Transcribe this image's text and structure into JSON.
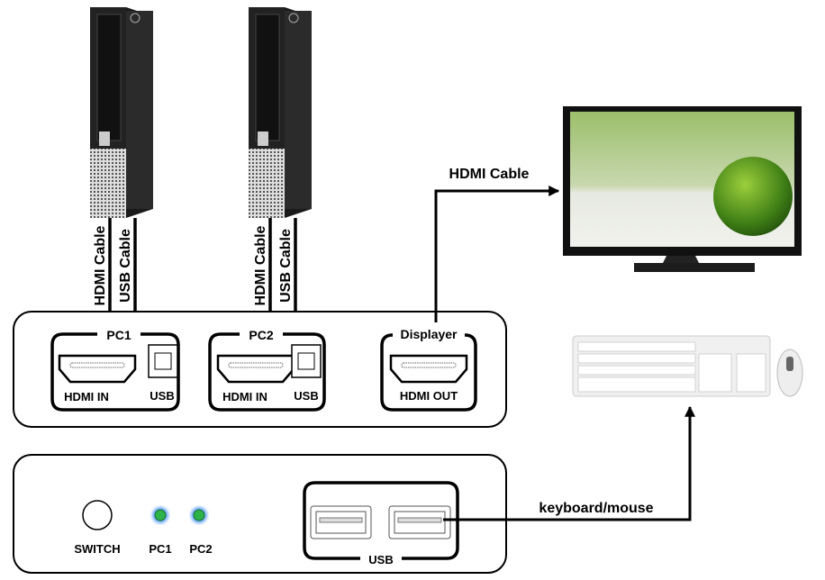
{
  "pcs": [
    {
      "id": "PC1",
      "hdmi_cable_label": "HDMI Cable",
      "usb_cable_label": "USB Cable",
      "port_group_label": "PC1",
      "hdmi_port_label": "HDMI IN",
      "usb_port_label": "USB"
    },
    {
      "id": "PC2",
      "hdmi_cable_label": "HDMI Cable",
      "usb_cable_label": "USB Cable",
      "port_group_label": "PC2",
      "hdmi_port_label": "HDMI IN",
      "usb_port_label": "USB"
    }
  ],
  "display": {
    "group_label": "Displayer",
    "port_label": "HDMI OUT",
    "cable_label": "HDMI Cable"
  },
  "front_panel": {
    "switch_label": "SWITCH",
    "led_labels": [
      "PC1",
      "PC2"
    ],
    "led_color": "#2db34a",
    "usb_group_label": "USB",
    "peripheral_cable_label": "keyboard/mouse"
  }
}
